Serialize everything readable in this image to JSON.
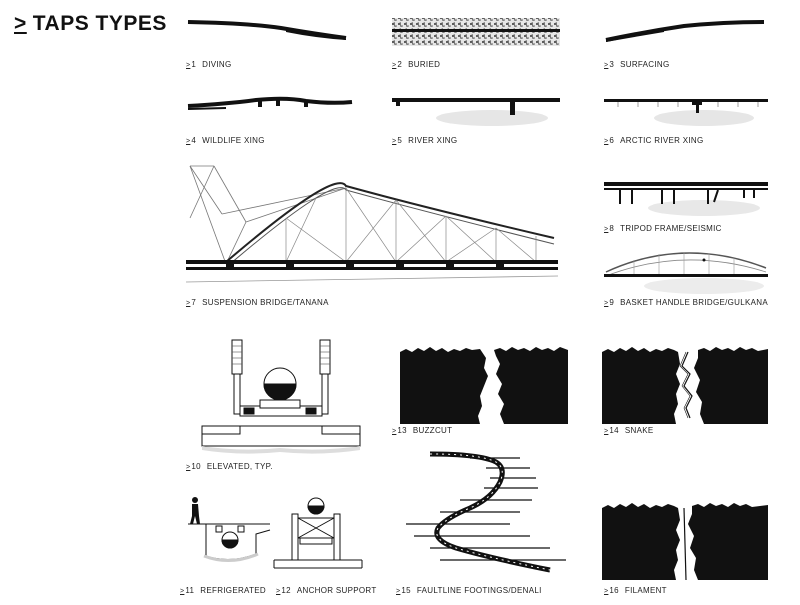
{
  "header": {
    "symbol": ">",
    "title": "TAPS TYPES"
  },
  "items": [
    {
      "num": "1",
      "label": "DIVING"
    },
    {
      "num": "2",
      "label": "BURIED"
    },
    {
      "num": "3",
      "label": "SURFACING"
    },
    {
      "num": "4",
      "label": "WILDLIFE XING"
    },
    {
      "num": "5",
      "label": "RIVER XING"
    },
    {
      "num": "6",
      "label": "ARCTIC RIVER XING"
    },
    {
      "num": "7",
      "label": "SUSPENSION BRIDGE/TANANA"
    },
    {
      "num": "8",
      "label": "TRIPOD FRAME/SEISMIC"
    },
    {
      "num": "9",
      "label": "BASKET HANDLE BRIDGE/GULKANA"
    },
    {
      "num": "10",
      "label": "ELEVATED, TYP."
    },
    {
      "num": "11",
      "label": "REFRIGERATED"
    },
    {
      "num": "12",
      "label": "ANCHOR SUPPORT"
    },
    {
      "num": "13",
      "label": "BUZZCUT"
    },
    {
      "num": "14",
      "label": "SNAKE"
    },
    {
      "num": "15",
      "label": "FAULTLINE FOOTINGS/DENALI"
    },
    {
      "num": "16",
      "label": "FILAMENT"
    }
  ]
}
